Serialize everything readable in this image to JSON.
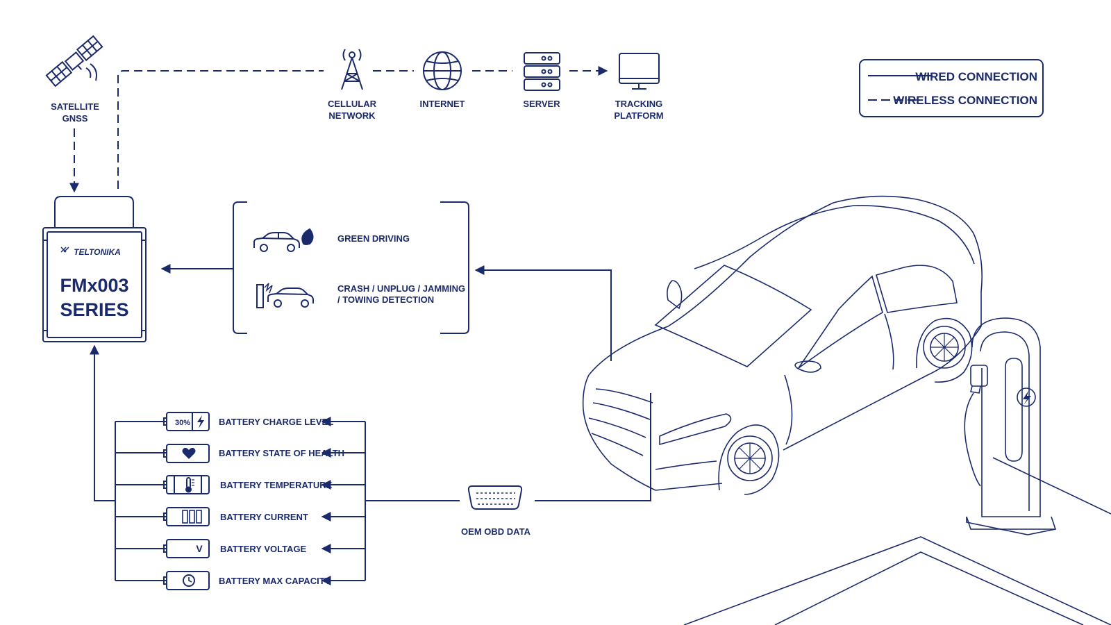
{
  "colors": {
    "ink": "#1b2a6b",
    "background": "#ffffff"
  },
  "legend": {
    "wired_label": "WIRED CONNECTION",
    "wireless_label": "WIRELESS CONNECTION"
  },
  "top_chain": {
    "satellite": {
      "icon": "satellite-icon",
      "line1": "SATELLITE",
      "line2": "GNSS"
    },
    "cellular": {
      "icon": "cell-tower-icon",
      "line1": "CELLULAR",
      "line2": "NETWORK"
    },
    "internet": {
      "icon": "globe-icon",
      "label": "INTERNET"
    },
    "server": {
      "icon": "server-icon",
      "label": "SERVER"
    },
    "tracking": {
      "icon": "monitor-icon",
      "line1": "TRACKING",
      "line2": "PLATFORM"
    }
  },
  "device": {
    "brand": "TELTONIKA",
    "model_line1": "FMx003",
    "model_line2": "SERIES"
  },
  "features": [
    {
      "icon": "green-car-leaf-icon",
      "line1": "GREEN DRIVING",
      "line2": ""
    },
    {
      "icon": "crash-car-icon",
      "line1": "CRASH / UNPLUG / JAMMING",
      "line2": "/ TOWING DETECTION"
    }
  ],
  "battery_items": [
    {
      "icon": "battery-charge-icon",
      "label": "BATTERY CHARGE LEVEL",
      "icon_text": "30%"
    },
    {
      "icon": "battery-heart-icon",
      "label": "BATTERY STATE OF HEALTH",
      "icon_text": ""
    },
    {
      "icon": "battery-thermometer-icon",
      "label": "BATTERY TEMPERATURE",
      "icon_text": ""
    },
    {
      "icon": "battery-current-icon",
      "label": "BATTERY CURRENT",
      "icon_text": ""
    },
    {
      "icon": "battery-voltage-icon",
      "label": "BATTERY VOLTAGE",
      "icon_text": "V"
    },
    {
      "icon": "battery-clock-icon",
      "label": "BATTERY MAX CAPACITY",
      "icon_text": ""
    }
  ],
  "obd": {
    "icon": "obd-connector-icon",
    "label": "OEM OBD DATA"
  },
  "vehicle": {
    "icon": "electric-car-icon"
  },
  "charger": {
    "icon": "charging-station-icon"
  }
}
